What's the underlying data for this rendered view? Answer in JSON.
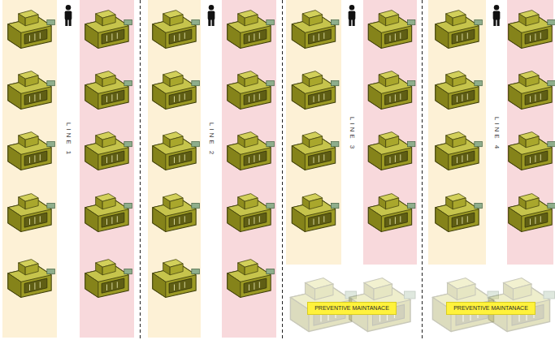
{
  "diagram": {
    "nodes": [
      {
        "text": [
          "PREVENTIVE MAINTANACE"
        ]
      },
      {
        "text": [
          "PREVENTIVE MAINTANACE"
        ]
      }
    ],
    "labels": [
      "LINE 1",
      "LINE 2",
      "LINE 3",
      "LINE 4"
    ]
  }
}
